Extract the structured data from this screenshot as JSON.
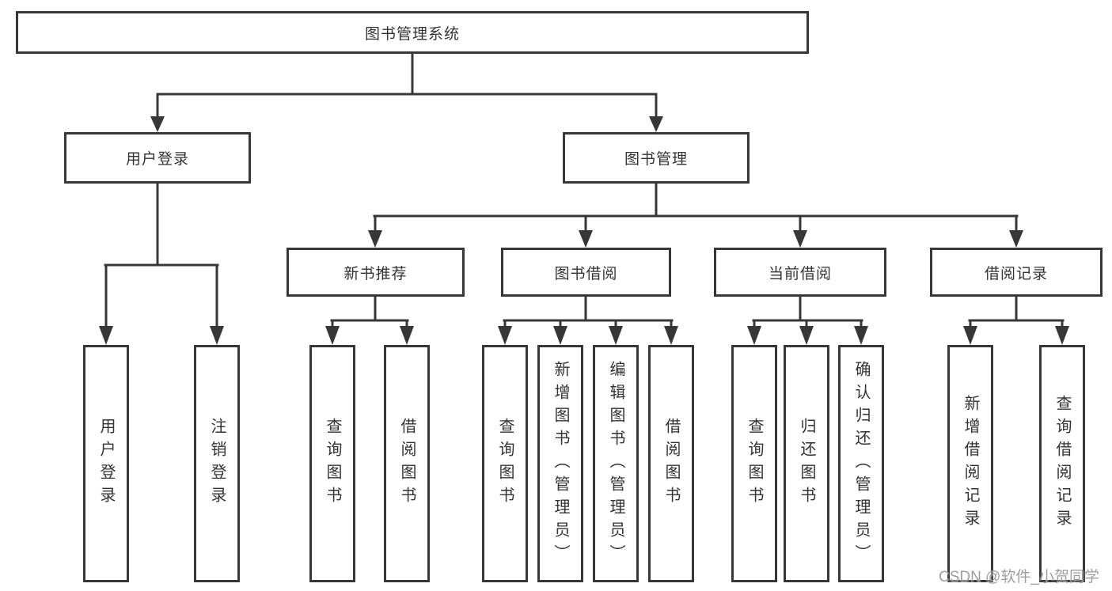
{
  "tree": {
    "root": "图书管理系统",
    "branches": [
      {
        "label": "用户登录",
        "leaves": [
          "用户登录",
          "注销登录"
        ]
      },
      {
        "label": "图书管理",
        "children": [
          {
            "label": "新书推荐",
            "leaves": [
              "查询图书",
              "借阅图书"
            ]
          },
          {
            "label": "图书借阅",
            "leaves": [
              "查询图书",
              "新增图书（管理员）",
              "编辑图书（管理员）",
              "借阅图书"
            ]
          },
          {
            "label": "当前借阅",
            "leaves": [
              "查询图书",
              "归还图书",
              "确认归还（管理员）"
            ]
          },
          {
            "label": "借阅记录",
            "leaves": [
              "新增借阅记录",
              "查询借阅记录"
            ]
          }
        ]
      }
    ]
  },
  "watermark": "CSDN @软件_小贺同学",
  "colors": {
    "line": "#373737",
    "box_border": "#373737",
    "text": "#333333",
    "watermark": "#969696",
    "background": "#ffffff"
  }
}
